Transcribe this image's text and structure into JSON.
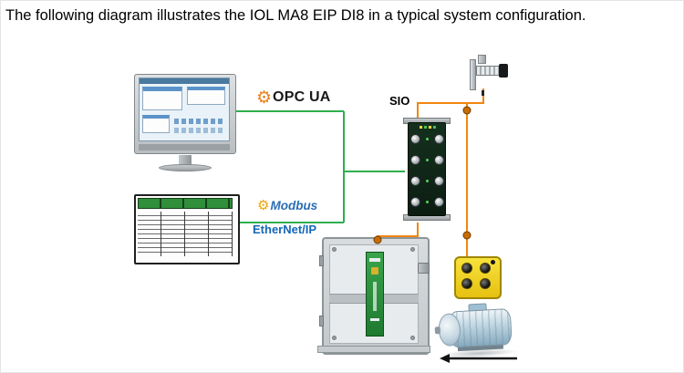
{
  "caption": "The following diagram illustrates the IOL MA8 EIP DI8 in a typical system configuration.",
  "labels": {
    "opc_ua": "OPC UA",
    "sio": "SIO",
    "modbus": "Modbus",
    "ethernet_ip": "EtherNet/IP"
  },
  "icons": {
    "opc_ua_gear": "⚙",
    "modbus_gear": "⚙"
  },
  "colors": {
    "green_wire": "#2fae4e",
    "orange_wire": "#f1860f",
    "wire_node": "#c96d00",
    "modbus_blue": "#2a6db5",
    "ethernet_ip_blue": "#1467b8",
    "opc_gear_orange": "#e8821e",
    "modbus_gear_yellow": "#f0a500"
  }
}
